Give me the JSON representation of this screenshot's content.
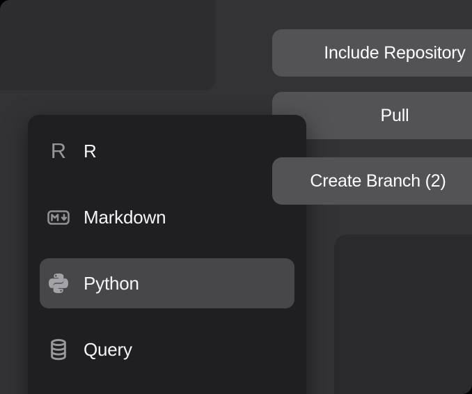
{
  "actions": [
    {
      "label": "Include Repository"
    },
    {
      "label": "Pull"
    },
    {
      "label": "Create Branch (2)"
    }
  ],
  "menu": {
    "items": [
      {
        "label": "R",
        "icon": "r-language-icon",
        "icon_glyph": "R",
        "selected": false
      },
      {
        "label": "Markdown",
        "icon": "markdown-icon",
        "selected": false
      },
      {
        "label": "Python",
        "icon": "python-icon",
        "selected": true
      },
      {
        "label": "Query",
        "icon": "database-icon",
        "selected": false
      }
    ]
  },
  "colors": {
    "window_background": "#333336",
    "top_left_panel": "#2d2d30",
    "bottom_right_panel": "#2a2a2d",
    "menu_background": "#1f1f22",
    "menu_highlight": "#47474a",
    "button_background": "#535356",
    "icon_gray": "#9a9a9f",
    "text_white": "#f5f5f7",
    "outside_corners": "#000000"
  }
}
